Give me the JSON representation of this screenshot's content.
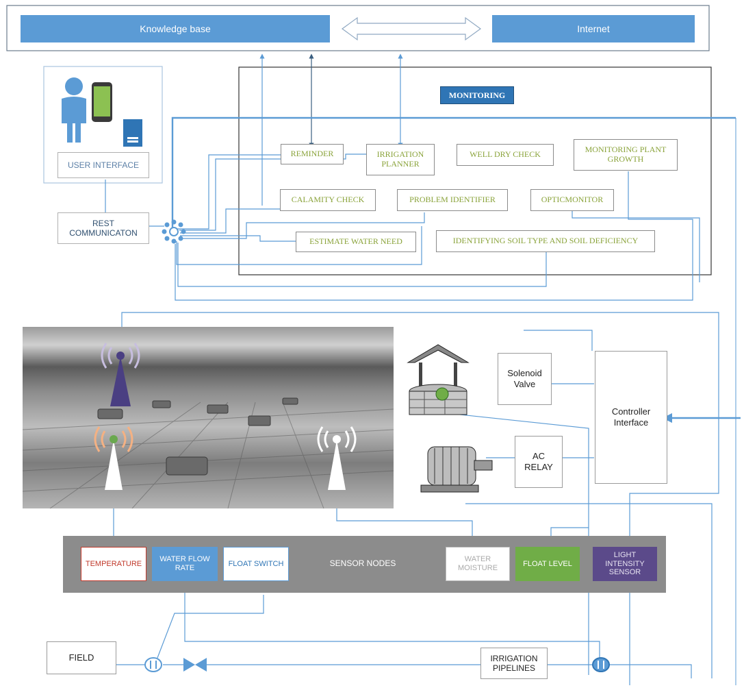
{
  "top": {
    "knowledge_base": "Knowledge base",
    "internet": "Internet"
  },
  "monitoring": {
    "title": "MONITORING"
  },
  "user": {
    "interface_label": "USER INTERFACE",
    "rest_label": "REST\nCOMMUNICATON"
  },
  "modules": {
    "reminder": "REMINDER",
    "irrigation_planner": "IRRIGATION\nPLANNER",
    "well_dry_check": "WELL DRY CHECK",
    "monitoring_plant_growth": "MONITORING PLANT\nGROWTH",
    "calamity_check": "CALAMITY CHECK",
    "problem_identifier": "PROBLEM IDENTIFIER",
    "opticmonitor": "OPTICMONITOR",
    "estimate_water_need": "ESTIMATE WATER NEED",
    "soil_type": "IDENTIFYING SOIL TYPE AND SOIL DEFICIENCY"
  },
  "hardware": {
    "solenoid_valve": "Solenoid\nValve",
    "controller_interface": "Controller\nInterface",
    "ac_relay": "AC\nRELAY"
  },
  "sensors": {
    "bar_label": "SENSOR NODES",
    "temperature": "TEMPERATURE",
    "water_flow_rate": "WATER FLOW\nRATE",
    "float_switch": "FLOAT SWITCH",
    "water_moisture": "WATER\nMOISTURE",
    "float_level": "FLOAT LEVEL",
    "light_intensity": "LIGHT\nINTENSITY\nSENSOR"
  },
  "field": {
    "field_label": "FIELD",
    "pipelines_label": "IRRIGATION\nPIPELINES"
  },
  "colors": {
    "accent_blue": "#5b9bd5",
    "module_text": "#8aa33a",
    "temperature_red": "#c0392b",
    "float_level_green": "#70ad47",
    "light_purple": "#5b4a8a",
    "sensor_bar": "#8c8c8c"
  }
}
